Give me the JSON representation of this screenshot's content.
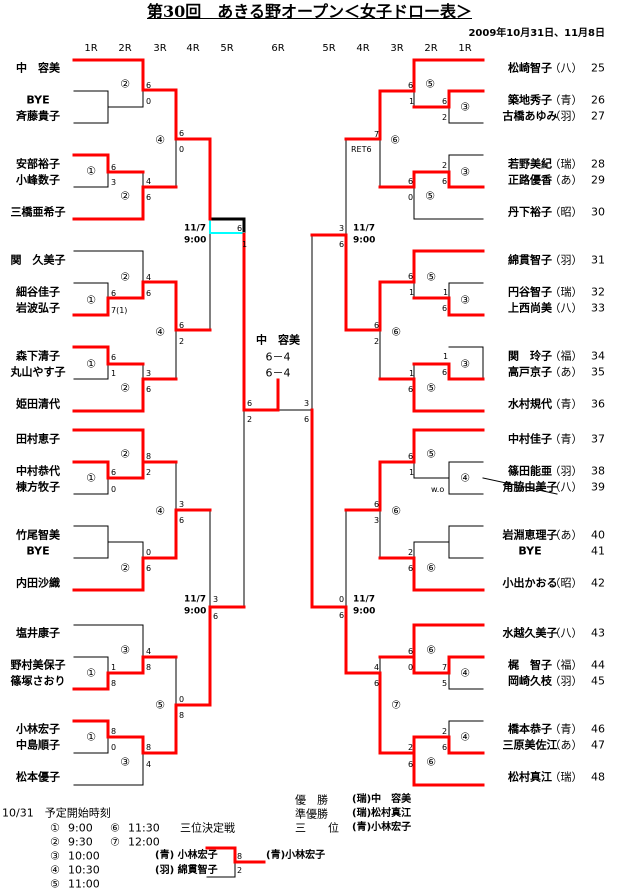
{
  "title": "第30回　あきる野オープン＜女子ドロー表＞",
  "date": "2009年10月31日、11月8日",
  "rounds_left": [
    "1R",
    "2R",
    "3R",
    "4R",
    "5R",
    "6R"
  ],
  "rounds_right": [
    "5R",
    "4R",
    "3R",
    "2R",
    "1R"
  ],
  "left_players": [
    "中　容美",
    "BYE",
    "斉藤貴子",
    "安部裕子",
    "小峰数子",
    "三橋亜希子",
    "関　久美子",
    "細谷佳子",
    "岩波弘子",
    "森下清子",
    "丸山やす子",
    "姫田清代",
    "田村恵子",
    "中村恭代",
    "棟方牧子",
    "竹尾智美",
    "BYE",
    "内田沙織",
    "塩井康子",
    "野村美保子",
    "篠塚さおり",
    "小林宏子",
    "中島順子",
    "松本優子"
  ],
  "right_players": [
    {
      "name": "松崎智子",
      "club": "（八）",
      "no": "25"
    },
    {
      "name": "築地秀子",
      "club": "（青）",
      "no": "26"
    },
    {
      "name": "古橋あゆみ",
      "club": "（羽）",
      "no": "27"
    },
    {
      "name": "若野美紀",
      "club": "（瑞）",
      "no": "28"
    },
    {
      "name": "正路優香",
      "club": "（あ）",
      "no": "29"
    },
    {
      "name": "丹下裕子",
      "club": "（昭）",
      "no": "30"
    },
    {
      "name": "綿貫智子",
      "club": "（羽）",
      "no": "31"
    },
    {
      "name": "円谷智子",
      "club": "（瑞）",
      "no": "32"
    },
    {
      "name": "上西尚美",
      "club": "（八）",
      "no": "33"
    },
    {
      "name": "関　玲子",
      "club": "（福）",
      "no": "34"
    },
    {
      "name": "高戸京子",
      "club": "（あ）",
      "no": "35"
    },
    {
      "name": "水村規代",
      "club": "（青）",
      "no": "36"
    },
    {
      "name": "中村佳子",
      "club": "（青）",
      "no": "37"
    },
    {
      "name": "篠田能亜",
      "club": "（羽）",
      "no": "38"
    },
    {
      "name": "角脇由美子",
      "club": "（八）",
      "no": "39"
    },
    {
      "name": "岩淵恵理子",
      "club": "（あ）",
      "no": "40"
    },
    {
      "name": "BYE",
      "club": "",
      "no": "41"
    },
    {
      "name": "小出かおる",
      "club": "（昭）",
      "no": "42"
    },
    {
      "name": "水越久美子",
      "club": "（八）",
      "no": "43"
    },
    {
      "name": "梶　智子",
      "club": "（福）",
      "no": "44"
    },
    {
      "name": "岡崎久枝",
      "club": "（羽）",
      "no": "45"
    },
    {
      "name": "橋本恭子",
      "club": "（青）",
      "no": "46"
    },
    {
      "name": "三原美佐江",
      "club": "（あ）",
      "no": "47"
    },
    {
      "name": "松村真江",
      "club": "（瑞）",
      "no": "48"
    }
  ],
  "scores_left": [
    "6",
    "0",
    "6",
    "3",
    "4",
    "6",
    "6",
    "0",
    "4",
    "6",
    "6",
    "7(1)",
    "6",
    "2",
    "6",
    "1",
    "3",
    "6",
    "8",
    "2",
    "6",
    "0",
    "3",
    "6",
    "0",
    "6",
    "4",
    "1",
    "8",
    "8",
    "0",
    "8",
    "8",
    "0",
    "8",
    "4",
    "6",
    "1",
    "3",
    "6",
    "6",
    "2"
  ],
  "scores_right": [
    "6",
    "1",
    "6",
    "2",
    "7",
    "RET6",
    "2",
    "6",
    "6",
    "0",
    "6",
    "1",
    "1",
    "6",
    "6",
    "2",
    "1",
    "6",
    "1",
    "6",
    "6",
    "1",
    "w.o",
    "6",
    "3",
    "2",
    "6",
    "6",
    "0",
    "7",
    "5",
    "4",
    "6",
    "2",
    "6",
    "2",
    "6",
    "3",
    "6",
    "0",
    "6",
    "3",
    "6"
  ],
  "match_marks_left": [
    "②",
    "②",
    "④",
    "①",
    "②",
    "①",
    "④",
    "①",
    "②",
    "②",
    "①",
    "④",
    "②",
    "③",
    "①",
    "⑤",
    "①",
    "③"
  ],
  "match_marks_right": [
    "⑤",
    "③",
    "⑥",
    "③",
    "⑤",
    "⑤",
    "③",
    "⑥",
    "③",
    "⑤",
    "⑤",
    "④",
    "⑥",
    "⑥",
    "⑥",
    "④",
    "⑦",
    "④",
    "⑥"
  ],
  "schedule_label": {
    "date": "11/7",
    "time": "9:00"
  },
  "final": {
    "winner": "中　容美",
    "set1": "6－4",
    "set2": "6－4"
  },
  "start_times": {
    "heading": "10/31　予定開始時刻",
    "items": [
      {
        "mark": "①",
        "time": "9:00"
      },
      {
        "mark": "②",
        "time": "9:30"
      },
      {
        "mark": "③",
        "time": "10:00"
      },
      {
        "mark": "④",
        "time": "10:30"
      },
      {
        "mark": "⑤",
        "time": "11:00"
      },
      {
        "mark": "⑥",
        "time": "11:30"
      },
      {
        "mark": "⑦",
        "time": "12:00"
      }
    ]
  },
  "third_place": {
    "heading": "三位決定戦",
    "player1": "(青) 小林宏子",
    "player2": "(羽) 綿貫智子",
    "score1": "8",
    "score2": "2",
    "winner": "(青)小林宏子"
  },
  "results": [
    {
      "label": "優　勝",
      "name": "(瑞)中　容美"
    },
    {
      "label": "準優勝",
      "name": "(瑞)松村真江"
    },
    {
      "label": "三　　位",
      "name": "(青)小林宏子"
    }
  ],
  "colors": {
    "winner_line": "#ff0000",
    "line": "#000000",
    "highlight": "#00ffff"
  }
}
